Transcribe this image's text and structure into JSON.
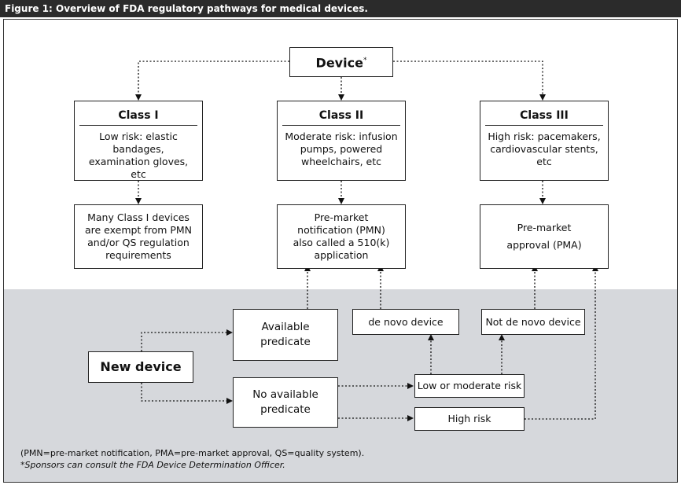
{
  "figure_title": "Figure 1: Overview of FDA regulatory pathways for medical devices.",
  "device": {
    "label": "Device",
    "marker": "*"
  },
  "classes": [
    {
      "title": "Class I",
      "description": "Low risk: elastic bandages, examination gloves, etc",
      "outcome": "Many Class I devices are exempt from PMN and/or QS regulation requirements"
    },
    {
      "title": "Class II",
      "description": "Moderate risk: infusion pumps, powered wheelchairs, etc",
      "outcome": "Pre-market notification (PMN) also called a 510(k) application"
    },
    {
      "title": "Class III",
      "description": "High risk: pacemakers, cardiovascular stents, etc",
      "outcome": "Pre-market approval (PMA)"
    }
  ],
  "new_device": "New device",
  "available_predicate": "Available predicate",
  "no_available_predicate": "No available predicate",
  "de_novo": "de novo device",
  "not_de_novo": "Not de novo device",
  "low_moderate_risk": "Low or moderate risk",
  "high_risk": "High risk",
  "footnotes": {
    "abbreviations": "(PMN=pre-market notification, PMA=pre-market approval, QS=quality system).",
    "sponsors": "*Sponsors can consult the FDA Device Determination Officer."
  }
}
